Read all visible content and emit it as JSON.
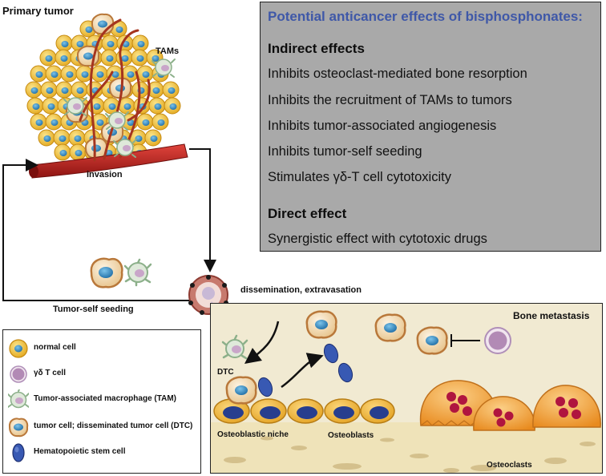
{
  "primary_tumor": {
    "title": "Primary tumor",
    "tams_label": "TAMs",
    "invasion_label": "invasion"
  },
  "seeding": {
    "label": "Tumor-self seeding"
  },
  "dissemination": {
    "label": "dissemination, extravasation"
  },
  "effects": {
    "title": "Potential anticancer effects of bisphosphonates:",
    "indirect_heading": "Indirect effects",
    "indirect_items": [
      "Inhibits osteoclast-mediated bone resorption",
      "Inhibits the recruitment of TAMs to tumors",
      "Inhibits tumor-associated angiogenesis",
      "Inhibits tumor-self seeding",
      "Stimulates γδ-T cell cytotoxicity"
    ],
    "direct_heading": "Direct effect",
    "direct_items": [
      "Synergistic effect with cytotoxic drugs"
    ]
  },
  "bone": {
    "title": "Bone metastasis",
    "dtc_label": "DTC",
    "niche_label": "Osteoblastic niche",
    "osteoblasts_label": "Osteoblasts",
    "osteoclasts_label": "Osteoclasts"
  },
  "legend": [
    {
      "icon": "normal-cell",
      "label": "normal cell"
    },
    {
      "icon": "gamma-delta-t-cell",
      "label": "γδ T cell"
    },
    {
      "icon": "tam",
      "label": "Tumor-associated macrophage (TAM)"
    },
    {
      "icon": "tumor-cell",
      "label": "tumor cell; disseminated tumor  cell (DTC)"
    },
    {
      "icon": "hematopoietic-stem-cell",
      "label": "Hematopoietic stem cell"
    }
  ],
  "colors": {
    "title_blue": "#3f58a8",
    "box_gray": "#a9a9a9",
    "normal_cell": "#f3c436",
    "nucleus_blue": "#3b95c9",
    "tumor_cell": "#d9a35a",
    "tumor_cell_body": "#f7ead2",
    "osteoclast": "#f4a340",
    "hsc_blue": "#2f4fa8",
    "bone_bg": "#f1ead2",
    "vessel_red": "#b8221f"
  }
}
